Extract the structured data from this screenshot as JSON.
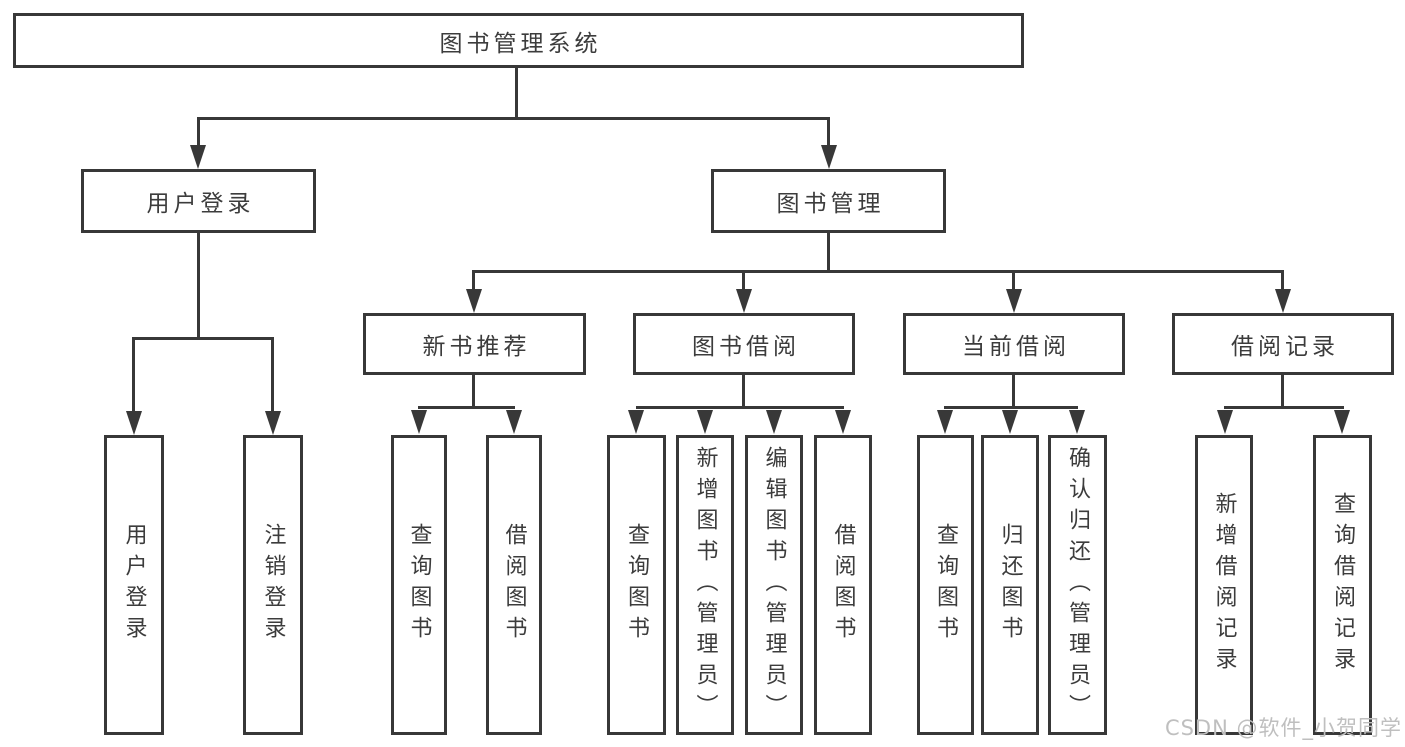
{
  "colors": {
    "line": "#383838",
    "text": "#3c3c3c",
    "background": "#ffffff",
    "watermark": "#bfbfbf"
  },
  "tree": {
    "root": "图书管理系统",
    "children": [
      {
        "label": "用户登录",
        "children": [
          "用户登录",
          "注销登录"
        ]
      },
      {
        "label": "图书管理",
        "children": [
          {
            "label": "新书推荐",
            "children": [
              "查询图书",
              "借阅图书"
            ]
          },
          {
            "label": "图书借阅",
            "children": [
              "查询图书",
              "新增图书（管理员）",
              "编辑图书（管理员）",
              "借阅图书"
            ]
          },
          {
            "label": "当前借阅",
            "children": [
              "查询图书",
              "归还图书",
              "确认归还（管理员）"
            ]
          },
          {
            "label": "借阅记录",
            "children": [
              "新增借阅记录",
              "查询借阅记录"
            ]
          }
        ]
      }
    ]
  },
  "watermark": {
    "text": "CSDN @软件_小贺同学"
  }
}
